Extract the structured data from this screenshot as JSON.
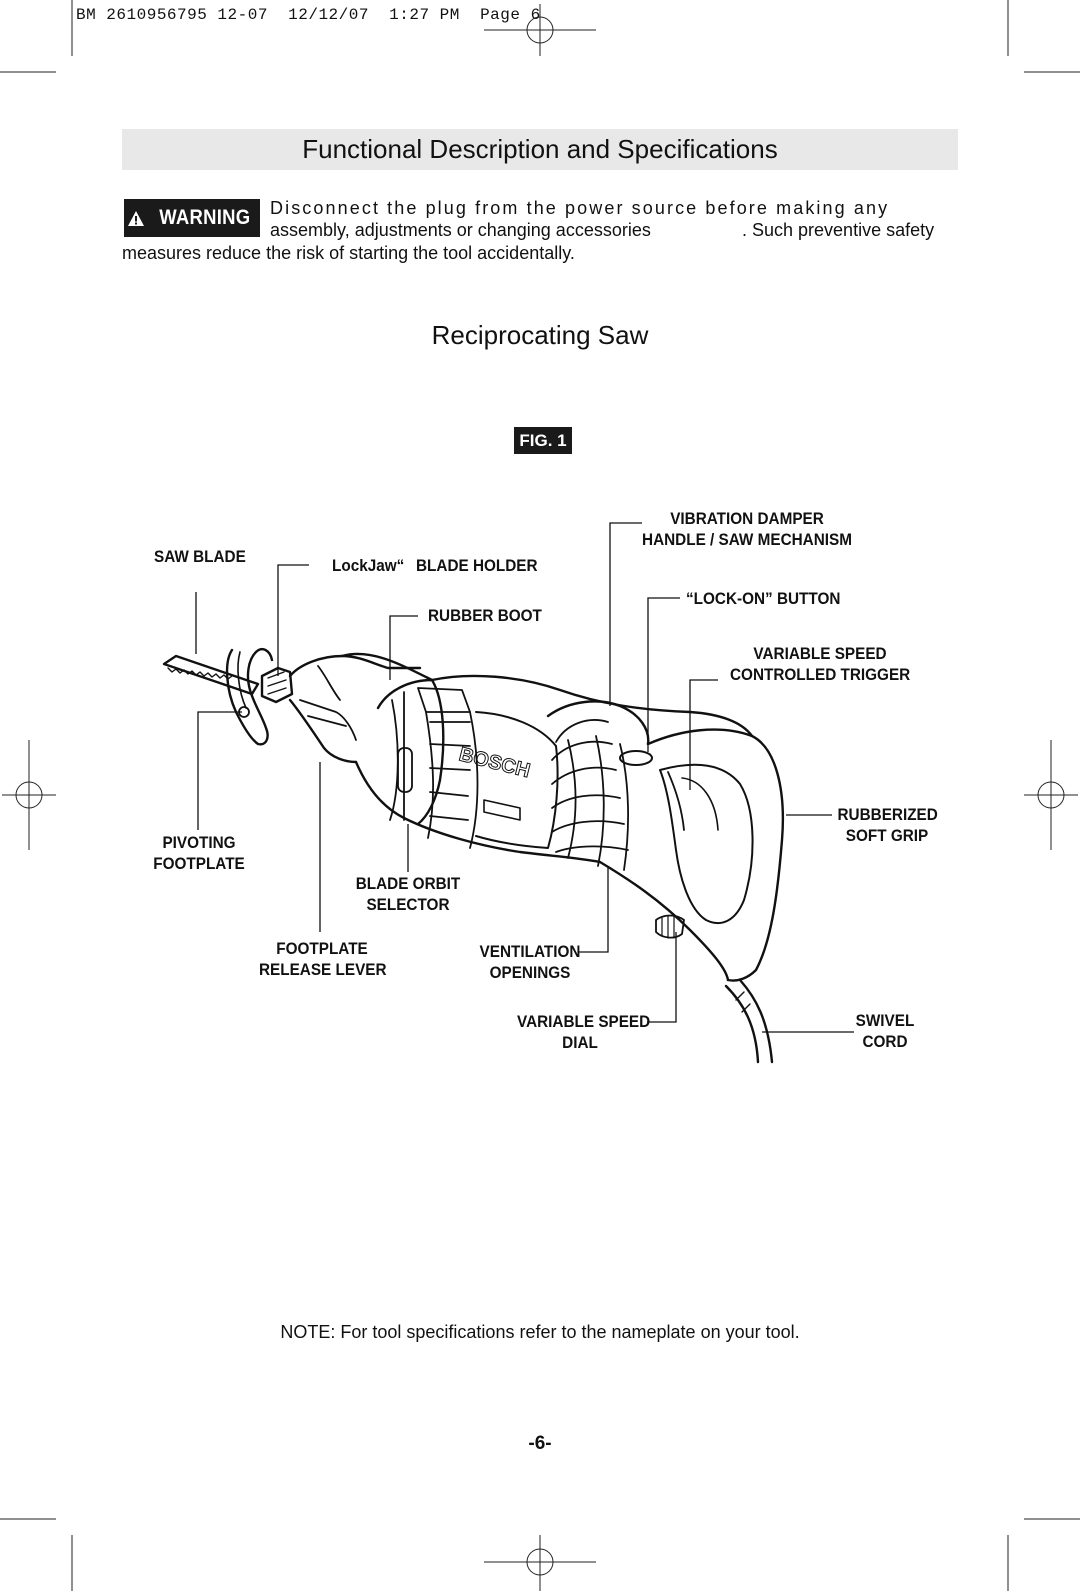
{
  "print_header": "BM 2610956795 12-07  12/12/07  1:27 PM  Page 6",
  "section_title": "Functional Description and Specifications",
  "warning": {
    "badge_label": "WARNING",
    "line1": "Disconnect the plug from the power source before making any",
    "line2": "assembly, adjustments or changing accessories",
    "line2b": ".  Such preventive safety",
    "line3": "measures reduce the risk of starting the tool accidentally."
  },
  "tool_name": "Reciprocating Saw",
  "figure_label": "FIG. 1",
  "callouts": {
    "saw_blade": "SAW BLADE",
    "lockjaw_brand": "LockJaw“",
    "blade_holder": "BLADE HOLDER",
    "rubber_boot": "RUBBER BOOT",
    "vibration_damper_1": "VIBRATION DAMPER",
    "vibration_damper_2": "HANDLE / SAW MECHANISM",
    "lock_on_button": "“LOCK-ON” BUTTON",
    "variable_speed_trigger_1": "VARIABLE SPEED",
    "variable_speed_trigger_2": "CONTROLLED TRIGGER",
    "rubberized_grip_1": "RUBBERIZED",
    "rubberized_grip_2": "SOFT GRIP",
    "pivoting_footplate_1": "PIVOTING",
    "pivoting_footplate_2": "FOOTPLATE",
    "blade_orbit_1": "BLADE ORBIT",
    "blade_orbit_2": "SELECTOR",
    "footplate_release_1": "FOOTPLATE",
    "footplate_release_2": "RELEASE LEVER",
    "ventilation_1": "VENTILATION",
    "ventilation_2": "OPENINGS",
    "variable_speed_dial_1": "VARIABLE SPEED",
    "variable_speed_dial_2": "DIAL",
    "swivel_cord_1": "SWIVEL",
    "swivel_cord_2": "CORD"
  },
  "saw_brand_text": "BOSCH",
  "note": "NOTE: For tool specifications refer to the nameplate on your tool.",
  "page_number": "-6-"
}
